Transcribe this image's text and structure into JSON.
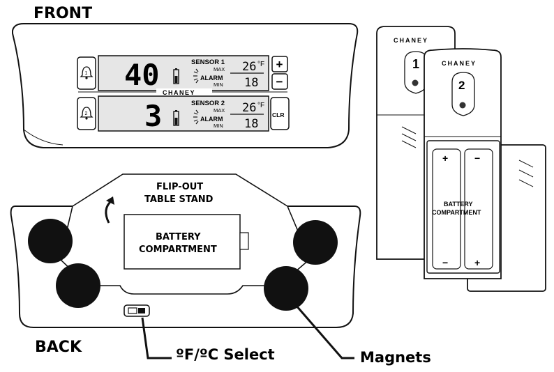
{
  "headings": {
    "front": "FRONT",
    "back": "BACK"
  },
  "display": {
    "brand": "CHANEY",
    "row1": {
      "reading": "40",
      "sensor": "SENSOR 1",
      "max_label": "MAX",
      "min_label": "MIN",
      "alarm": "ALARM",
      "max_value": "26",
      "unit": "°F",
      "min_value": "18",
      "button_top": "+",
      "button_bottom": "−"
    },
    "row2": {
      "reading": "3",
      "sensor": "SENSOR 2",
      "max_label": "MAX",
      "min_label": "MIN",
      "alarm": "ALARM",
      "max_value": "26",
      "unit": "°F",
      "min_value": "18",
      "button": "CLR"
    },
    "bell1": "1",
    "bell2": "2"
  },
  "back_panel": {
    "stand_label_1": "FLIP-OUT",
    "stand_label_2": "TABLE STAND",
    "battery_1": "BATTERY",
    "battery_2": "COMPARTMENT"
  },
  "sensors": {
    "brand": "CHANEY",
    "sensor_a_number": "1",
    "sensor_b_number": "2",
    "battery_1": "BATTERY",
    "battery_2": "COMPARTMENT",
    "plus": "+",
    "minus": "−"
  },
  "callouts": {
    "unit_select": "ºF/ºC Select",
    "magnets": "Magnets"
  },
  "colors": {
    "ink": "#111111",
    "lcd": "#e6e6e6",
    "body": "#ffffff",
    "magnet": "#111111"
  }
}
